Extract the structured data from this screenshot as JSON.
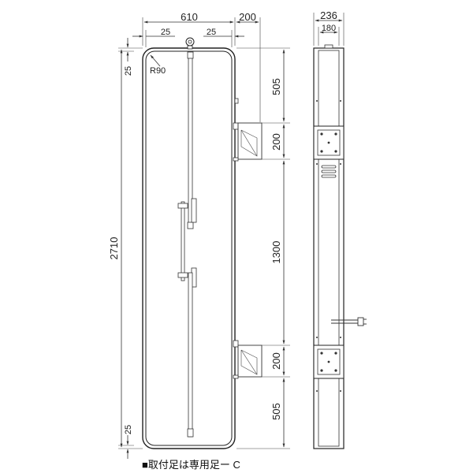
{
  "drawing": {
    "front_view": {
      "dim_width": "610",
      "dim_bracket_offset": "200",
      "dim_margin_left": "25",
      "dim_margin_right": "25",
      "dim_corner_radius": "R90",
      "dim_top_margin": "25",
      "dim_total_height": "2710",
      "dim_bottom_margin": "25",
      "dim_upper_mount": "505",
      "dim_upper_bracket": "200",
      "dim_between_mounts": "1300",
      "dim_lower_bracket": "200",
      "dim_lower_mount": "505"
    },
    "side_view": {
      "dim_depth_total": "236",
      "dim_depth_inner": "180"
    },
    "caption": "■取付足は専用足ー C"
  }
}
